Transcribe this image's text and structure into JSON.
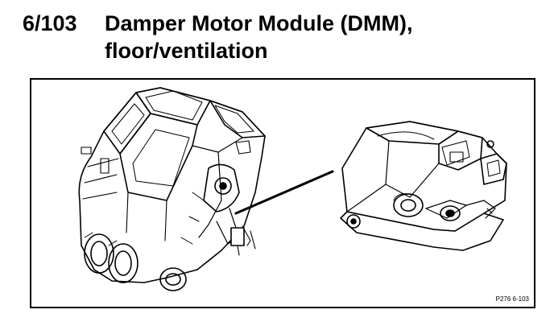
{
  "heading": {
    "number": "6/103",
    "title_line1": "Damper Motor Module (DMM),",
    "title_line2": "floor/ventilation"
  },
  "figure": {
    "code": "P276 6-103",
    "left_component": "hvac-housing-assembly",
    "right_component": "damper-motor-module"
  }
}
